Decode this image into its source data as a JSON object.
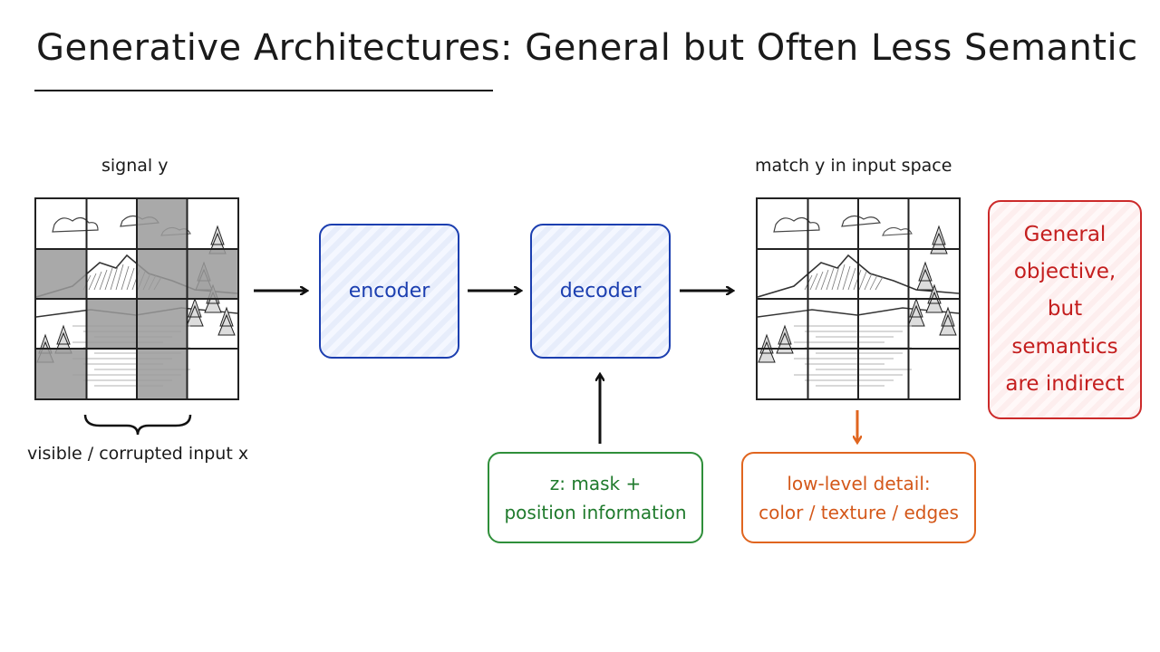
{
  "title": "Generative Architectures: General but Often Less Semantic",
  "labels": {
    "signal": "signal y",
    "visible_input": "visible / corrupted input x",
    "match": "match y in input space"
  },
  "boxes": {
    "encoder": "encoder",
    "decoder": "decoder",
    "z_line1": "z: mask +",
    "z_line2": "position information",
    "detail_line1": "low-level detail:",
    "detail_line2": "color / texture / edges",
    "note_line1": "General",
    "note_line2": "objective,",
    "note_line3": "but",
    "note_line4": "semantics",
    "note_line5": "are indirect"
  },
  "colors": {
    "encoder_decoder": "#1c3fb0",
    "z_box": "#2f8f3a",
    "detail_box": "#e0651f",
    "note_box": "#cc2a2a",
    "masked_patch": "#9a9a9a"
  },
  "input_grid": {
    "rows": 4,
    "cols": 4,
    "masked": [
      [
        0,
        2
      ],
      [
        1,
        0
      ],
      [
        1,
        2
      ],
      [
        1,
        3
      ],
      [
        2,
        1
      ],
      [
        2,
        2
      ],
      [
        3,
        0
      ],
      [
        3,
        2
      ]
    ]
  }
}
